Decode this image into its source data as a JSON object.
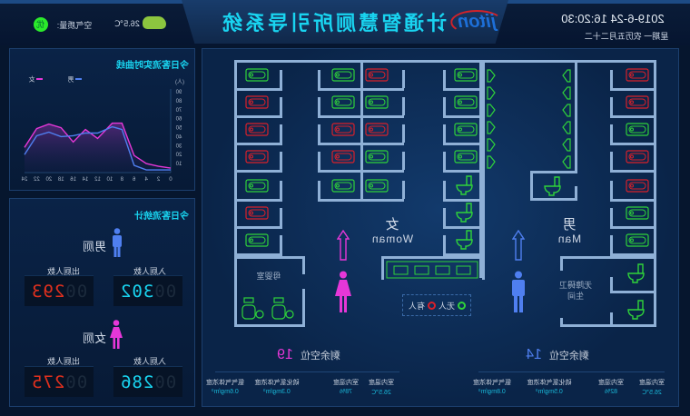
{
  "header": {
    "title": "计通智慧厕所引导系统",
    "logo": "jiton",
    "datetime": "2019-6-24 16:20:30",
    "date_sub": "星期一   农历五月二十二",
    "temperature": "26.5℃",
    "air_quality_label": "空气质量:",
    "air_quality_value": "优",
    "weather_icon": "cloud-icon"
  },
  "flow_chart_panel": {
    "title": "今日客流实时曲线"
  },
  "chart_data": {
    "type": "line",
    "title": "今日客流实时曲线",
    "xlabel": "",
    "ylabel": "(人)",
    "x_ticks": [
      0,
      2,
      4,
      6,
      8,
      10,
      12,
      14,
      16,
      18,
      20,
      22,
      24
    ],
    "y_ticks": [
      10,
      20,
      30,
      40,
      50,
      60,
      70,
      80,
      90
    ],
    "ylim": [
      0,
      90
    ],
    "xlim": [
      0,
      24
    ],
    "x": [
      0,
      2,
      4,
      6,
      8,
      9.6,
      12,
      14,
      16,
      18,
      20,
      22,
      24
    ],
    "series": [
      {
        "name": "男",
        "color": "#4f7ff0",
        "values": [
          3,
          3,
          3,
          8,
          48,
          51,
          44,
          44,
          41,
          40,
          45,
          41,
          20
        ]
      },
      {
        "name": "女",
        "color": "#e637d8",
        "values": [
          5,
          7,
          10,
          19,
          55,
          55,
          38,
          48,
          34,
          50,
          54,
          49,
          28
        ]
      }
    ]
  },
  "stats_panel": {
    "title": "今日客流统计",
    "male": {
      "label": "男厕",
      "in_label": "入厕人数",
      "out_label": "出厕人数",
      "in_pad": "00",
      "in_value": "302",
      "out_pad": "00",
      "out_value": "293"
    },
    "female": {
      "label": "女厕",
      "in_label": "入厕人数",
      "out_label": "出厕人数",
      "in_pad": "00",
      "in_value": "286",
      "out_pad": "00",
      "out_value": "275"
    }
  },
  "floor": {
    "women_label": "女",
    "women_en": "Woman",
    "men_label": "男",
    "men_en": "Man",
    "baby_room": "母婴室",
    "accessible": "无障碍卫生间",
    "legend_vacant": "无人",
    "legend_occupied": "有人",
    "colors": {
      "vacant": "#2fd33a",
      "occupied": "#d9202a"
    },
    "women_left": [
      "vacant",
      "occupied",
      "occupied",
      "occupied",
      "vacant",
      "occupied",
      "vacant"
    ],
    "women_mid_a": [
      "vacant",
      "vacant",
      "occupied",
      "occupied",
      "vacant"
    ],
    "women_mid_b": [
      "occupied",
      "vacant",
      "occupied",
      "vacant",
      "vacant"
    ],
    "women_right_squat": [
      "vacant",
      "vacant",
      "vacant",
      "vacant"
    ],
    "women_right_seat": [
      "vacant",
      "vacant",
      "vacant"
    ],
    "men_right": [
      "occupied",
      "occupied",
      "vacant",
      "occupied",
      "occupied",
      "vacant",
      "vacant"
    ]
  },
  "women_env": {
    "remaining_label": "剩余空位",
    "remaining": "19",
    "items": [
      {
        "label": "室内温度",
        "value": "26.5℃"
      },
      {
        "label": "室内湿度",
        "value": "78%"
      },
      {
        "label": "硫化氢气体浓度",
        "value": "0.3mg/m³"
      },
      {
        "label": "氨气气体浓度",
        "value": "0.6mg/m³"
      }
    ]
  },
  "men_env": {
    "remaining_label": "剩余空位",
    "remaining": "14",
    "items": [
      {
        "label": "室内温度",
        "value": "26.5℃"
      },
      {
        "label": "室内湿度",
        "value": "82%"
      },
      {
        "label": "硫化氢气体浓度",
        "value": "0.5mg/m³"
      },
      {
        "label": "氨气气体浓度",
        "value": "0.8mg/m³"
      }
    ]
  }
}
